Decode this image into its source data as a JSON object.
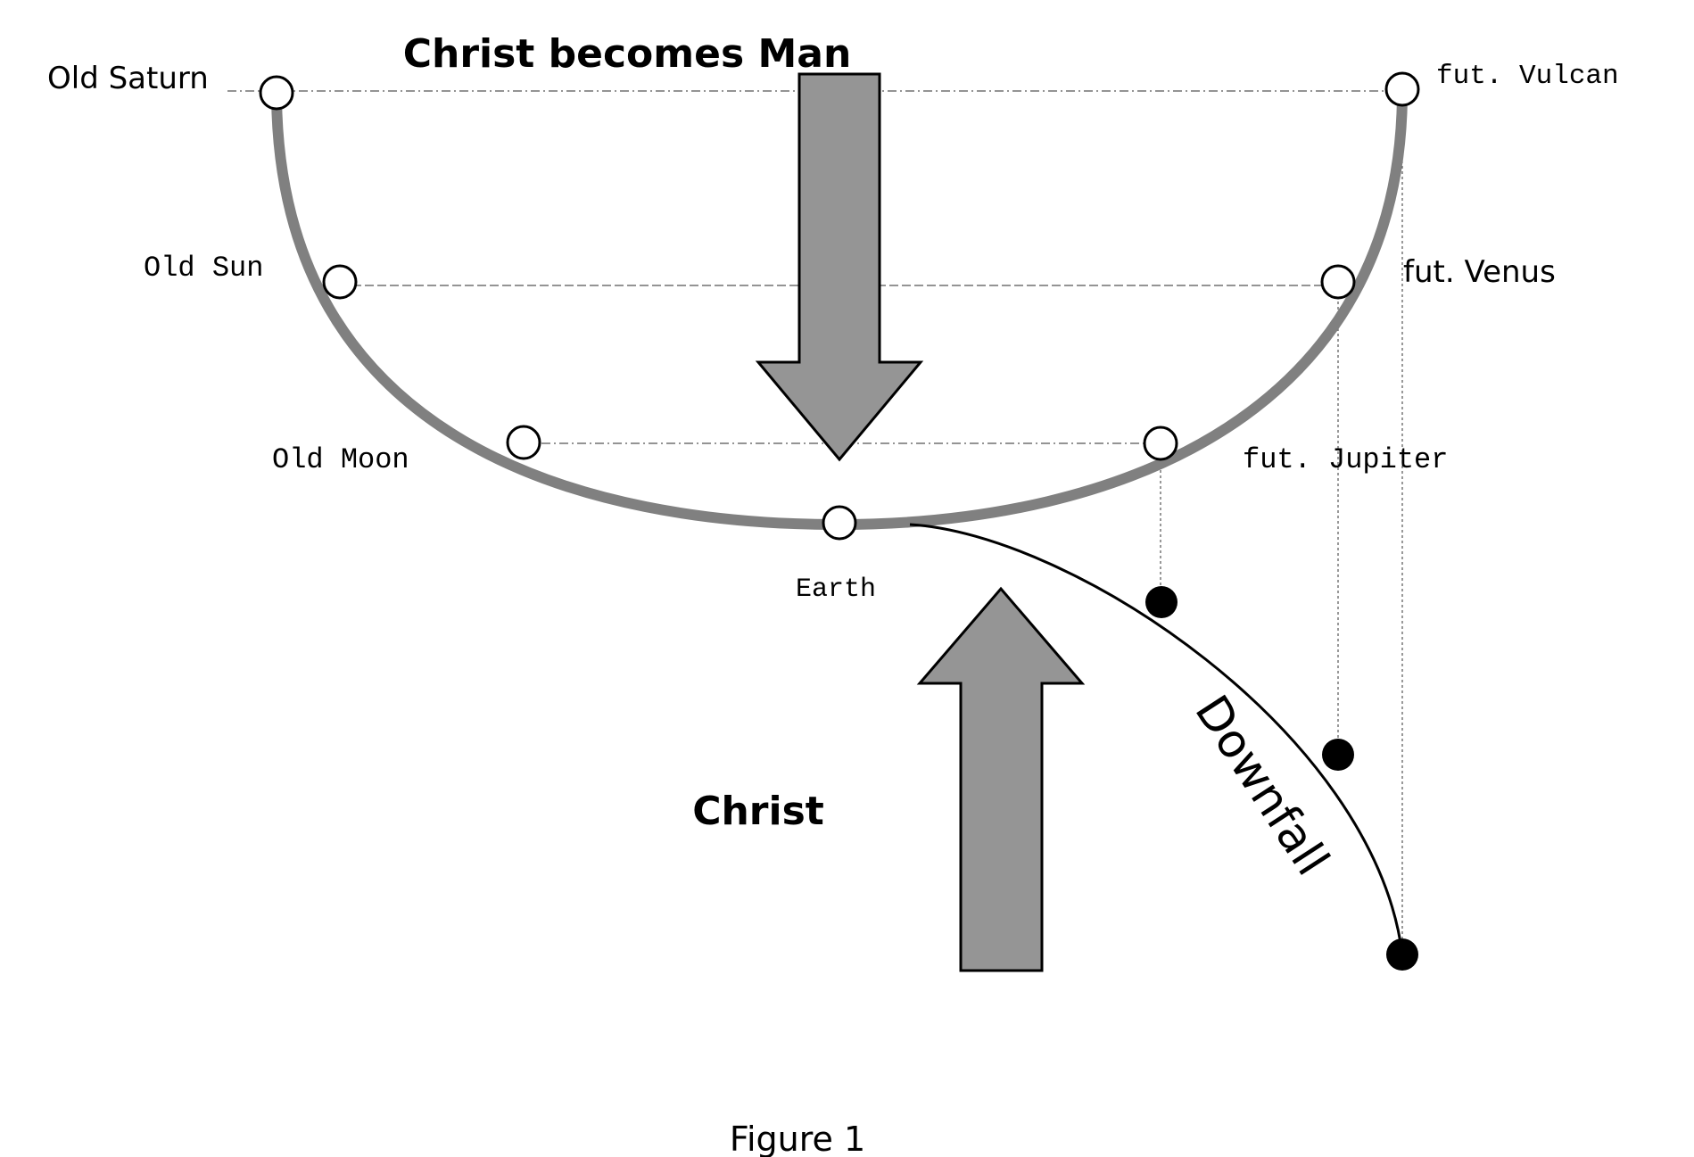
{
  "title_top": "Christ becomes Man",
  "label_christ": "Christ",
  "label_downfall": "Downfall",
  "caption": "Figure 1",
  "stages_past": {
    "saturn": "Old Saturn",
    "sun": "Old Sun",
    "moon": "Old Moon",
    "earth": "Earth"
  },
  "stages_future": {
    "vulcan": "fut. Vulcan",
    "venus": "fut. Venus",
    "jupiter": "fut. Jupiter"
  },
  "colors": {
    "arc": "#808080",
    "arrow_fill": "#959595",
    "line": "#000000",
    "guide": "#555555"
  }
}
